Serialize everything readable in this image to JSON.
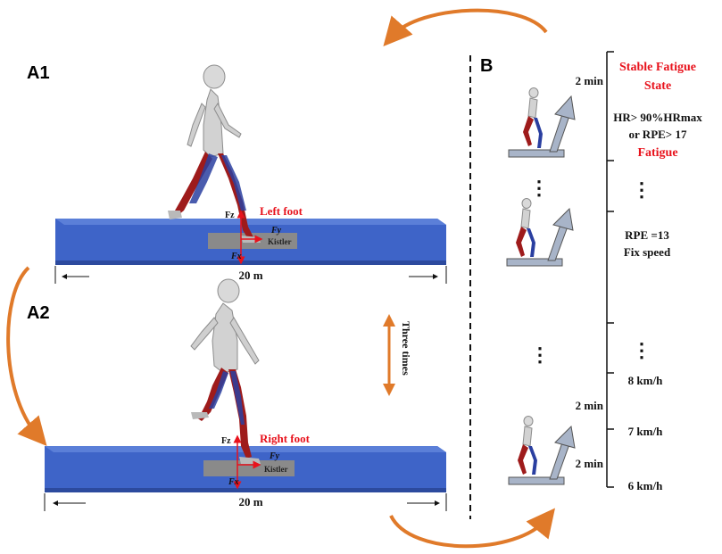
{
  "panels": {
    "a1": {
      "label": "A1"
    },
    "a2": {
      "label": "A2"
    },
    "b": {
      "label": "B"
    }
  },
  "runway": {
    "distance_label": "20 m",
    "plate_label": "Kistler",
    "force_labels": {
      "fz": "Fz",
      "fy": "Fy",
      "fx": "Fx"
    },
    "foot_a1": "Left foot",
    "foot_a2": "Right foot",
    "repeat_label": "Three times"
  },
  "protocol": {
    "stable_state": "Stable Fatigue State",
    "stable_state_line1": "Stable Fatigue",
    "stable_state_line2": "State",
    "criteria_line1": "HR> 90%HRmax",
    "criteria_line2": "or  RPE> 17",
    "fatigue_label": "Fatigue",
    "rpe_line": "RPE =13",
    "fix_speed": "Fix speed",
    "time_top": "2 min",
    "time_mid": "2 min",
    "time_bottom": "2 min",
    "speed_8": "8 km/h",
    "speed_7": "7 km/h",
    "speed_6": "6 km/h",
    "ellipsis": "⋮"
  },
  "colors": {
    "accent_red": "#e8121c",
    "runway_blue": "#3e64c8",
    "arrow_orange": "#e07a2a",
    "plate_gray": "#8a8a8a"
  }
}
